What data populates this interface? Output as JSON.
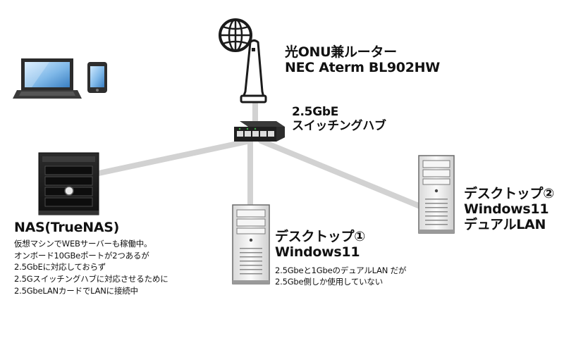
{
  "router": {
    "line1": "光ONU兼ルーター",
    "line2": "NEC Aterm BL902HW",
    "icon": "globe-icon"
  },
  "switch": {
    "line1": "2.5GbE",
    "line2": "スイッチングハブ"
  },
  "nas": {
    "title": "NAS(TrueNAS)",
    "notes": [
      "仮想マシンでWEBサーバーも稼働中。",
      "オンボード10GBeポートが2つあるが",
      "2.5GbEに対応しておらず",
      "2.5Gスイッチングハブに対応させるために",
      "2.5GbeLANカードでLANに接続中"
    ]
  },
  "desktop1": {
    "line1": "デスクトップ①",
    "line2": "Windows11",
    "notes": [
      "2.5Gbeと1GbeのデュアルLAN だが",
      "2.5Gbe側しか使用していない"
    ]
  },
  "desktop2": {
    "line1": "デスクトップ②",
    "line2": "Windows11",
    "line3": "デュアルLAN"
  },
  "colors": {
    "link": "#d2d2d2",
    "device_dark": "#1c1c1c",
    "device_light": "#f2f2f2",
    "switch_led": "#3fb24a"
  }
}
